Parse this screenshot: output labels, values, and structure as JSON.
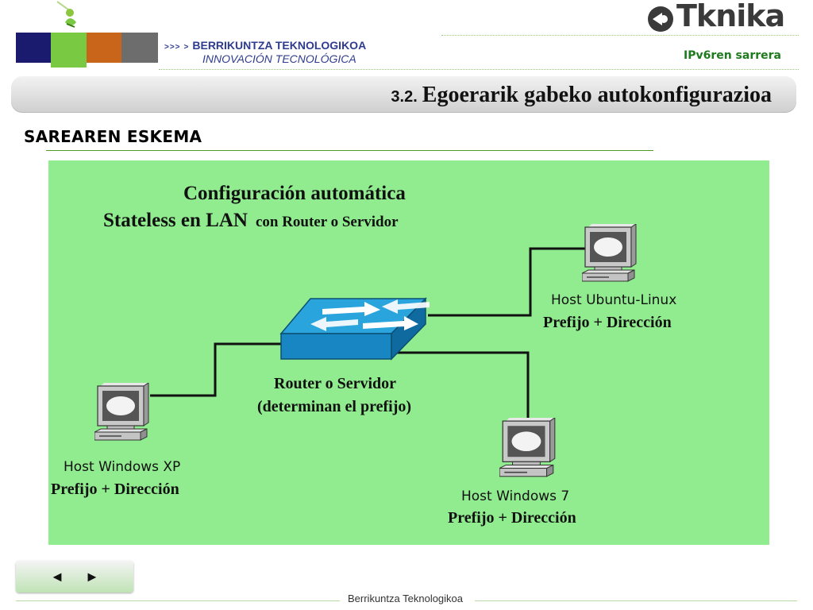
{
  "header": {
    "tagline_arrows_1": ">>>",
    "tagline_arrows_2": ">",
    "tagline_line1": "BERRIKUNTZA TEKNOLOGIKOA",
    "tagline_line2": "INNOVACIÓN TECNOLÓGICA",
    "brand": "Tknika",
    "subtitle": "IPv6ren sarrera",
    "colors": {
      "navy": "#1a1a6e",
      "green": "#7ac943",
      "orange": "#c8651b",
      "gray": "#6d6d6d"
    }
  },
  "slide": {
    "number": "3.2.",
    "title": "Egoerarik gabeko autokonfigurazioa"
  },
  "section": {
    "title": "SAREAREN ESKEMA"
  },
  "diagram": {
    "background": "#90ec8e",
    "title_line1": "Configuración automática",
    "title_line2_a": "Stateless en LAN",
    "title_line2_b": "con Router o Servidor",
    "router_label1": "Router o Servidor",
    "router_label2": "(determinan el prefijo)",
    "hosts": [
      {
        "name": "Host Ubuntu-Linux",
        "detail": "Prefijo + Dirección"
      },
      {
        "name": "Host Windows XP",
        "detail": "Prefijo + Dirección"
      },
      {
        "name": "Host Windows 7",
        "detail": "Prefijo + Dirección"
      }
    ]
  },
  "nav": {
    "prev": "◄",
    "next": "►"
  },
  "footer": {
    "text": "Berrikuntza Teknologikoa"
  }
}
